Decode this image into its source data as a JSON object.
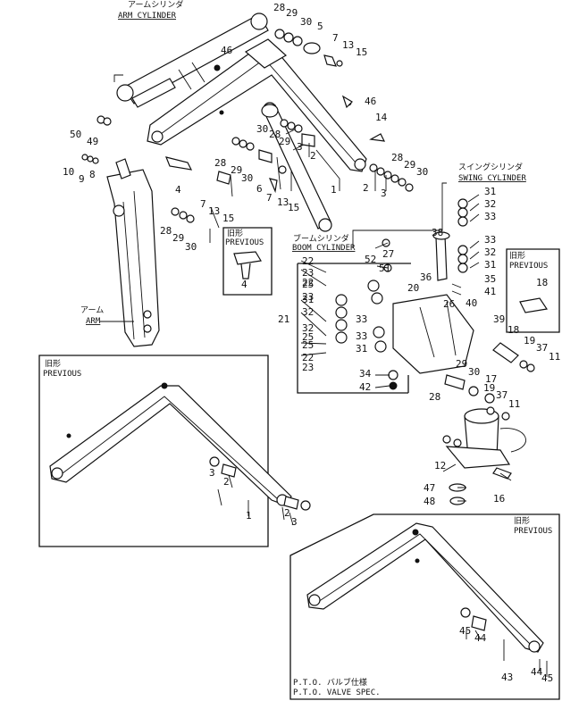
{
  "labels": {
    "arm_cylinder_ja": "アームシリンダ",
    "arm_cylinder_en": "ARM CYLINDER",
    "swing_cylinder_ja": "スイングシリンダ",
    "swing_cylinder_en": "SWING CYLINDER",
    "boom_cylinder_ja": "ブームシリンダ",
    "boom_cylinder_en": "BOOM CYLINDER",
    "arm_ja": "アーム",
    "arm_en": "ARM",
    "previous_ja": "旧形",
    "previous_en": "PREVIOUS",
    "pto_ja": "P.T.O. バルブ仕様",
    "pto_en": "P.T.O. VALVE SPEC."
  },
  "callouts": [
    {
      "t": "28"
    },
    {
      "t": "29"
    },
    {
      "t": "30"
    },
    {
      "t": "5"
    },
    {
      "t": "7"
    },
    {
      "t": "13"
    },
    {
      "t": "15"
    },
    {
      "t": "46"
    },
    {
      "t": "46"
    },
    {
      "t": "14"
    },
    {
      "t": "50"
    },
    {
      "t": "49"
    },
    {
      "t": "10"
    },
    {
      "t": "9"
    },
    {
      "t": "8"
    },
    {
      "t": "30"
    },
    {
      "t": "28"
    },
    {
      "t": "29"
    },
    {
      "t": "3"
    },
    {
      "t": "2"
    },
    {
      "t": "28"
    },
    {
      "t": "29"
    },
    {
      "t": "30"
    },
    {
      "t": "2"
    },
    {
      "t": "3"
    },
    {
      "t": "1"
    },
    {
      "t": "4"
    },
    {
      "t": "7"
    },
    {
      "t": "13"
    },
    {
      "t": "15"
    },
    {
      "t": "28"
    },
    {
      "t": "29"
    },
    {
      "t": "30"
    },
    {
      "t": "6"
    },
    {
      "t": "7"
    },
    {
      "t": "13"
    },
    {
      "t": "15"
    },
    {
      "t": "28"
    },
    {
      "t": "29"
    },
    {
      "t": "30"
    },
    {
      "t": "4"
    },
    {
      "t": "31"
    },
    {
      "t": "32"
    },
    {
      "t": "33"
    },
    {
      "t": "38"
    },
    {
      "t": "33"
    },
    {
      "t": "32"
    },
    {
      "t": "31"
    },
    {
      "t": "52"
    },
    {
      "t": "51"
    },
    {
      "t": "27"
    },
    {
      "t": "18"
    },
    {
      "t": "22"
    },
    {
      "t": "23"
    },
    {
      "t": "20"
    },
    {
      "t": "36"
    },
    {
      "t": "35"
    },
    {
      "t": "41"
    },
    {
      "t": "31"
    },
    {
      "t": "32"
    },
    {
      "t": "25"
    },
    {
      "t": "26"
    },
    {
      "t": "40"
    },
    {
      "t": "21"
    },
    {
      "t": "33"
    },
    {
      "t": "33"
    },
    {
      "t": "31"
    },
    {
      "t": "39"
    },
    {
      "t": "18"
    },
    {
      "t": "25"
    },
    {
      "t": "22"
    },
    {
      "t": "23"
    },
    {
      "t": "19"
    },
    {
      "t": "37"
    },
    {
      "t": "11"
    },
    {
      "t": "29"
    },
    {
      "t": "30"
    },
    {
      "t": "17"
    },
    {
      "t": "34"
    },
    {
      "t": "42"
    },
    {
      "t": "28"
    },
    {
      "t": "19"
    },
    {
      "t": "37"
    },
    {
      "t": "11"
    },
    {
      "t": "12"
    },
    {
      "t": "47"
    },
    {
      "t": "48"
    },
    {
      "t": "16"
    },
    {
      "t": "3"
    },
    {
      "t": "2"
    },
    {
      "t": "1"
    },
    {
      "t": "2"
    },
    {
      "t": "3"
    },
    {
      "t": "45"
    },
    {
      "t": "44"
    },
    {
      "t": "43"
    },
    {
      "t": "44"
    },
    {
      "t": "45"
    },
    {
      "t": "22"
    },
    {
      "t": "23"
    },
    {
      "t": "32"
    },
    {
      "t": "25"
    }
  ]
}
